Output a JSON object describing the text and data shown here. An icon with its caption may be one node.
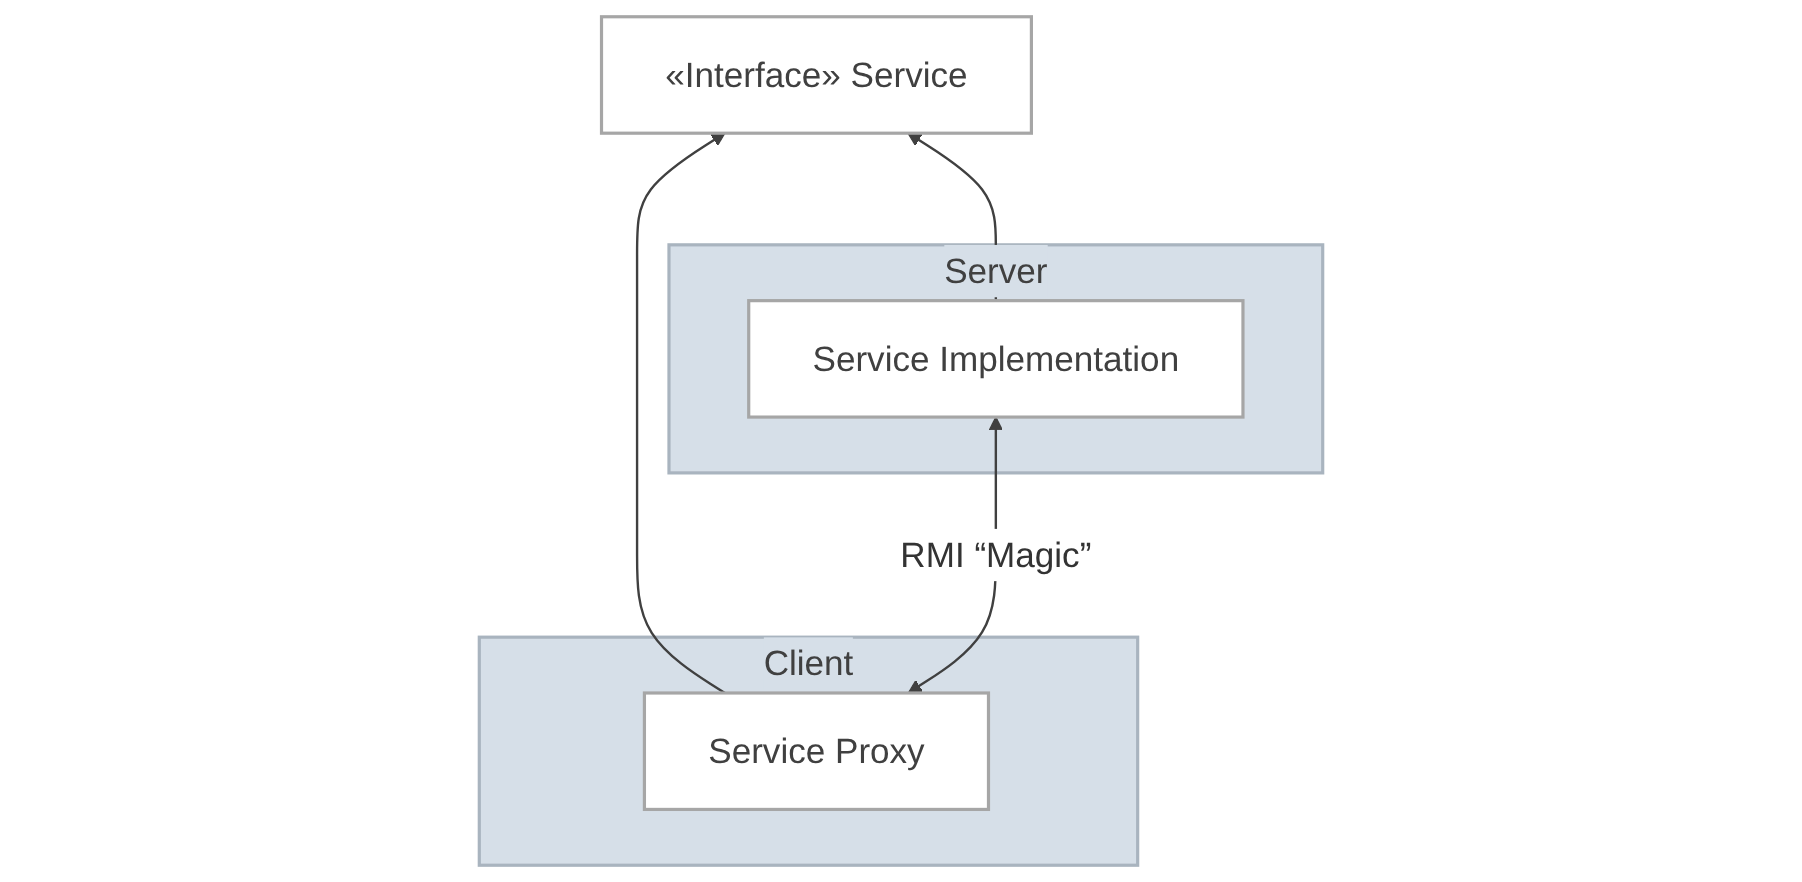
{
  "diagram": {
    "nodes": [
      {
        "text": [
          "«Interface» Service"
        ]
      },
      {
        "text": [
          "Client"
        ]
      },
      {
        "text": [
          "Service Proxy"
        ],
        "in": 1
      },
      {
        "text": [
          "Server"
        ]
      },
      {
        "text": [
          "Service Implementation"
        ],
        "in": 3
      }
    ],
    "edges": [
      {
        "from": 2,
        "to": 0,
        "arrow": "to"
      },
      {
        "from": 4,
        "to": 0,
        "arrow": "to"
      },
      {
        "from": 2,
        "to": 4,
        "arrow": "both",
        "label": "RMI “Magic”"
      }
    ]
  }
}
